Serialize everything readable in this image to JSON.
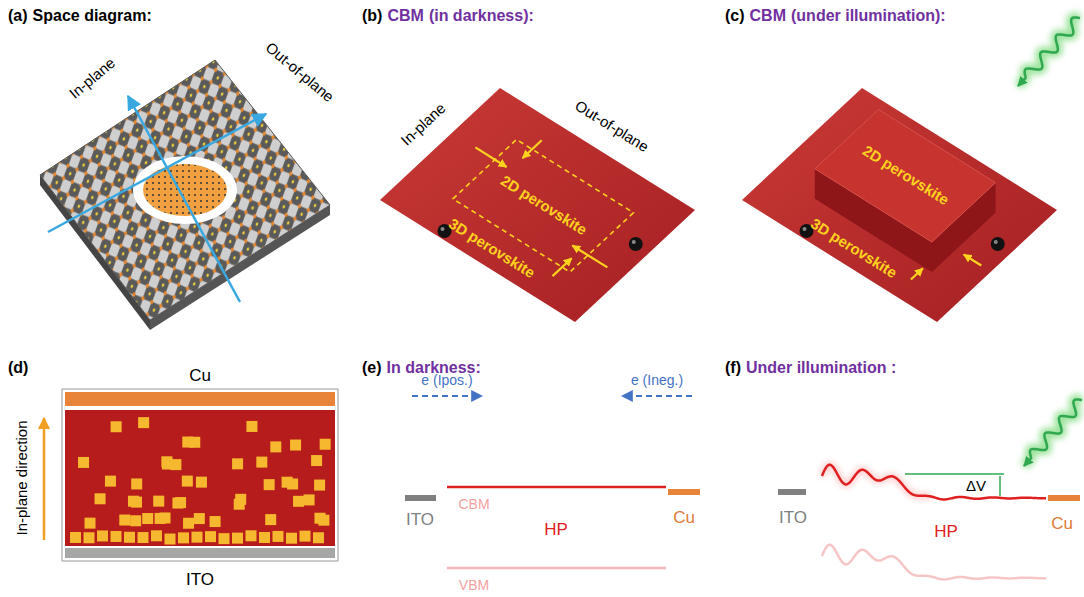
{
  "diagram": {
    "labels": [
      "(a)",
      "Space diagram:",
      "In-plane",
      "Out-of-plane",
      "(b)",
      "CBM",
      "(in darkness):",
      "In-plane",
      "Out-of-plane",
      "2D perovskite",
      "3D perovskite",
      "(c)",
      "CBM",
      "(under illumination):",
      "2D perovskite",
      "3D perovskite",
      "(d)",
      "Cu",
      "ITO",
      "In-plane direction",
      "(e)",
      "In darkness:",
      "e (Ipos.)",
      "e (Ineg.)",
      "CBM",
      "VBM",
      "ITO",
      "HP",
      "Cu",
      "(f)",
      "Under illumination :",
      "ΔV",
      "ITO",
      "HP",
      "Cu"
    ]
  }
}
